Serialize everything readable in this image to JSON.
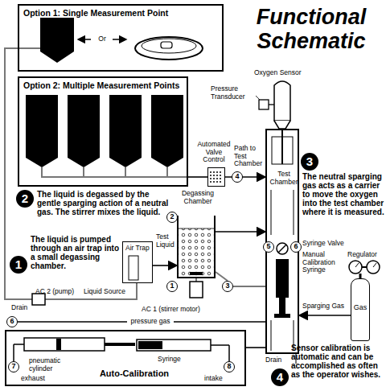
{
  "diagram": {
    "title": "Functional Schematic",
    "nodes": [
      {
        "text": [
          "Option 1: Single Measurement Point"
        ]
      },
      {
        "text": [
          "Option 2: Multiple Measurement Points"
        ]
      },
      {
        "text": [
          "Automated Valve Control"
        ]
      },
      {
        "text": [
          "Degassing Chamber"
        ]
      },
      {
        "text": [
          "Air Trap"
        ]
      },
      {
        "text": [
          "Test Chamber"
        ]
      },
      {
        "text": [
          "Gas"
        ]
      },
      {
        "text": [
          "Auto-Calibration"
        ]
      }
    ],
    "edges": [
      {
        "from": 1,
        "to": 2,
        "arrow": "none"
      },
      {
        "from": 2,
        "to": 5,
        "arrow": "to"
      },
      {
        "from": 4,
        "to": 3,
        "arrow": "to"
      },
      {
        "from": 3,
        "to": 5,
        "arrow": "to"
      },
      {
        "from": 6,
        "to": 5,
        "arrow": "to"
      },
      {
        "from": 7,
        "to": 5,
        "arrow": "none"
      }
    ],
    "labels": [
      "Or",
      "Oxygen Sensor",
      "Pressure Transducer",
      "Path to Test Chamber",
      "4",
      "3",
      "The neutral sparging gas acts as a carrier to move the oxygen into the test chamber where it is measured.",
      "2",
      "The liquid is degassed by the gentle sparging action of a neutral gas. The stirrer mixes the liquid.",
      "2",
      "Test Liquid",
      "1",
      "The liquid is pumped through an air trap into a small degassing chamber.",
      "Syringe Valve",
      "5",
      "6",
      "Manual Calibration Syringe",
      "Regulator",
      "Sparging Gas",
      "1",
      "3",
      "AC 2 (pump)",
      "Liquid Source",
      "Drain",
      "AC 1 (stirrer motor)",
      "pressure gas",
      "6",
      "Drain",
      "pneumatic cylinder",
      "Syringe",
      "7",
      "exhaust",
      "8",
      "intake",
      "4",
      "Sensor calibration is automatic and can be accomplished as often as the operator wishes."
    ]
  }
}
